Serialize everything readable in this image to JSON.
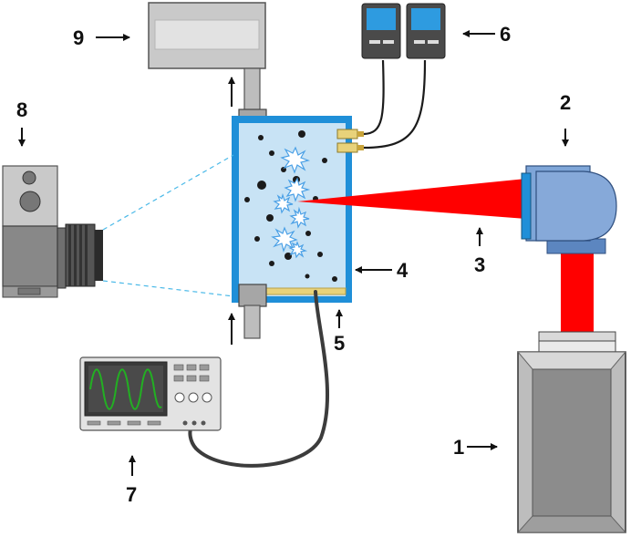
{
  "labels": {
    "n1": "1",
    "n2": "2",
    "n3": "3",
    "n4": "4",
    "n5": "5",
    "n6": "6",
    "n7": "7",
    "n8": "8",
    "n9": "9"
  },
  "colors": {
    "laser_beam": "#ff0000",
    "cell_frame": "#1f8fd8",
    "liquid": "#c8e3f5",
    "optics_head": "#7fa6d8",
    "transducer": "#e8d27a",
    "scope_wave": "#22b022",
    "scope_screen": "#3a3a3a"
  }
}
